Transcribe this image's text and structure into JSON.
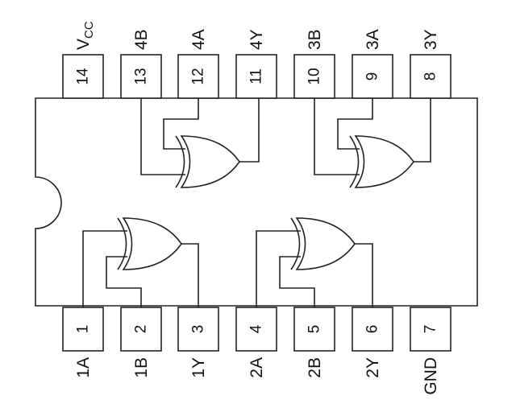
{
  "top_pins": [
    {
      "number": "14",
      "label": "V",
      "sub": "CC"
    },
    {
      "number": "13",
      "label": "4B"
    },
    {
      "number": "12",
      "label": "4A"
    },
    {
      "number": "11",
      "label": "4Y"
    },
    {
      "number": "10",
      "label": "3B"
    },
    {
      "number": "9",
      "label": "3A"
    },
    {
      "number": "8",
      "label": "3Y"
    }
  ],
  "bottom_pins": [
    {
      "number": "1",
      "label": "1A"
    },
    {
      "number": "2",
      "label": "1B"
    },
    {
      "number": "3",
      "label": "1Y"
    },
    {
      "number": "4",
      "label": "2A"
    },
    {
      "number": "5",
      "label": "2B"
    },
    {
      "number": "6",
      "label": "2Y"
    },
    {
      "number": "7",
      "label": "GND"
    }
  ],
  "colors": {
    "ink": "#222222",
    "background": "#ffffff"
  }
}
